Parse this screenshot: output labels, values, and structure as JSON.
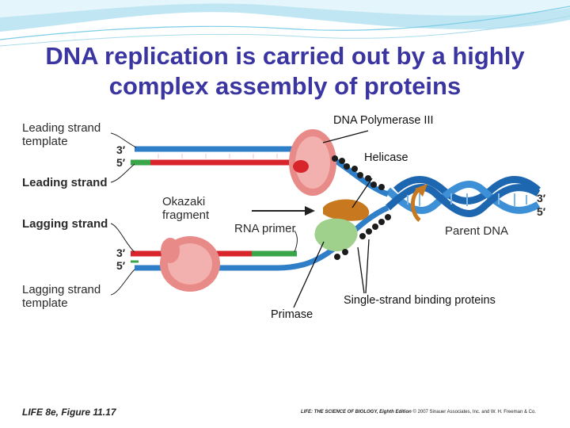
{
  "title": "DNA replication is carried out by a highly complex assembly of proteins",
  "labels": {
    "leading_template": "Leading strand template",
    "leading_strand": "Leading strand",
    "okazaki": "Okazaki fragment",
    "lagging_strand": "Lagging strand",
    "rna_primer": "RNA primer",
    "lagging_template": "Lagging strand template",
    "parent_dna": "Parent DNA",
    "three_prime": "3′",
    "five_prime": "5′"
  },
  "callouts": {
    "polymerase": "DNA Polymerase III",
    "helicase": "Helicase",
    "ssb": "Single-strand binding proteins",
    "primase": "Primase"
  },
  "footer": {
    "figure": "LIFE 8e, Figure 11.17",
    "book": "LIFE: THE SCIENCE OF BIOLOGY, Eighth Edition",
    "copyright": "© 2007 Sinauer Associates, Inc. and W. H. Freeman & Co."
  },
  "colors": {
    "title": "#3a35a0",
    "strand_blue": "#2f7fc8",
    "new_strand_red": "#d8242b",
    "primer_green": "#3aa64a",
    "polymerase": "#e88a88",
    "helicase": "#c8781e",
    "primase": "#9fd08c",
    "ssb": "#1c1c1c"
  }
}
